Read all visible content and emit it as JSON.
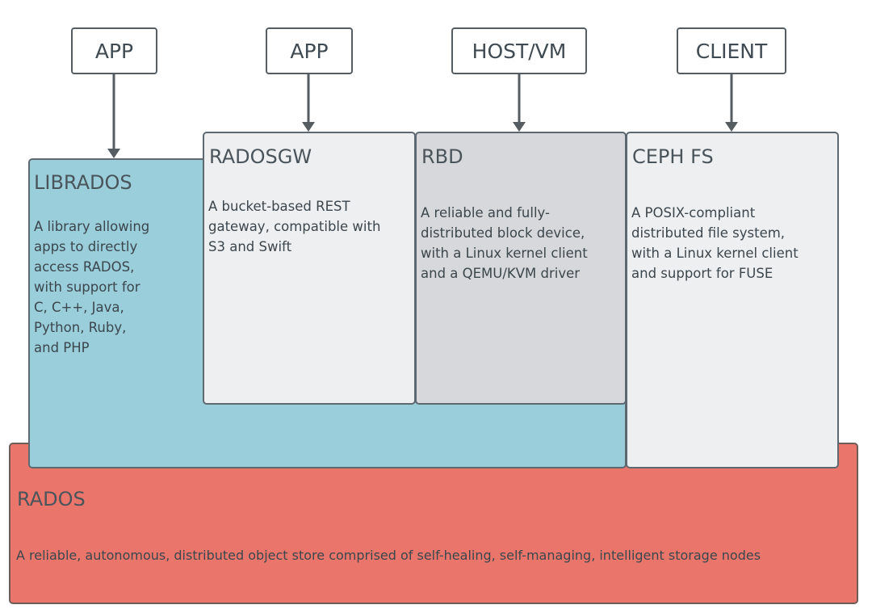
{
  "clients": [
    {
      "label": "APP"
    },
    {
      "label": "APP"
    },
    {
      "label": "HOST/VM"
    },
    {
      "label": "CLIENT"
    }
  ],
  "layers": {
    "rados": {
      "title": "RADOS",
      "description": "A reliable, autonomous, distributed object store comprised of self-healing, self-managing, intelligent storage nodes"
    },
    "librados": {
      "title": "LIBRADOS",
      "description": "A library allowing\napps to directly\naccess RADOS,\nwith support for\nC, C++, Java,\nPython, Ruby,\nand PHP"
    },
    "radosgw": {
      "title": "RADOSGW",
      "description": "A bucket-based REST\ngateway, compatible with\nS3 and Swift"
    },
    "rbd": {
      "title": "RBD",
      "description": "A reliable and fully-\ndistributed block device,\nwith a Linux kernel client\nand a QEMU/KVM driver"
    },
    "cephfs": {
      "title": "CEPH FS",
      "description": "A POSIX-compliant\ndistributed file system,\nwith a Linux kernel client\nand support for FUSE"
    }
  },
  "colors": {
    "rados": "#ea766b",
    "librados": "#99ceda",
    "radosgw": "#eeeff1",
    "rbd": "#d6d8db",
    "cephfs": "#eeeff1",
    "stroke": "#555d63"
  }
}
